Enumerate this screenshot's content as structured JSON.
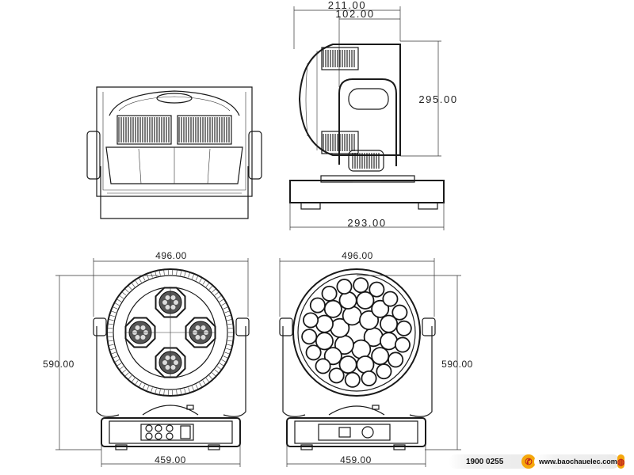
{
  "top_view": {
    "width_dim": "211.00",
    "inner_dim": "102.00",
    "height_dim": "295.00",
    "base_dim": "293.00"
  },
  "front_view_left": {
    "width_dim": "496.00",
    "height_dim": "590.00",
    "base_dim": "459.00"
  },
  "front_view_right": {
    "width_dim": "496.00",
    "height_dim": "590.00",
    "base_dim": "459.00"
  },
  "footer": {
    "hotline": "1900 0255",
    "website": "www.baochauelec.com",
    "colors": {
      "badge": "#f5a70c",
      "icon": "#c0211c"
    },
    "icons": [
      "phone-icon",
      "globe-icon"
    ]
  }
}
